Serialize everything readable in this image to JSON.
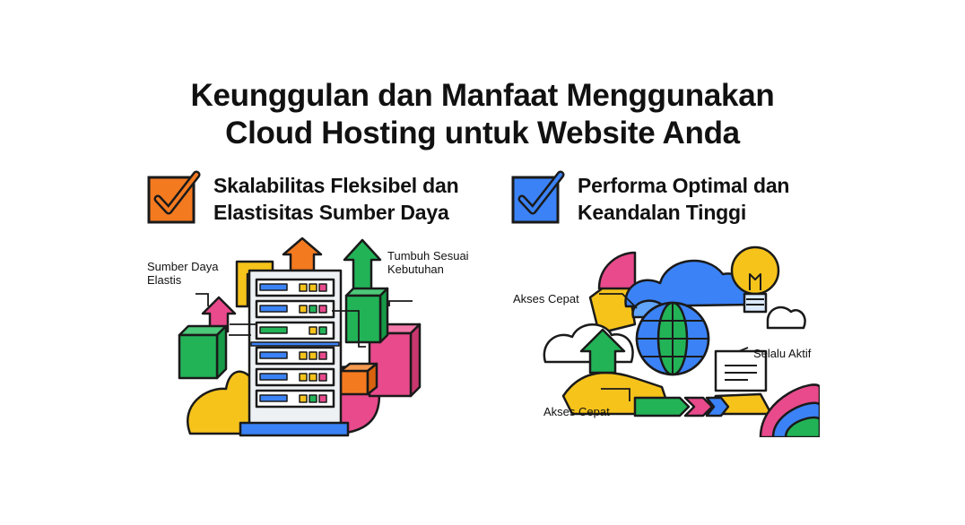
{
  "heading": {
    "line1": "Keunggulan dan Manfaat Menggunakan",
    "line2": "Cloud Hosting untuk Website Anda"
  },
  "panels": [
    {
      "title_line1": "Skalabilitas Fleksibel dan",
      "title_line2": "Elastisitas Sumber Daya",
      "icon": "checkbox-checked-icon",
      "accent": "#f47a20",
      "callouts": {
        "left_line1": "Sumber Daya",
        "left_line2": "Elastis",
        "right_line1": "Tumbuh Sesuai",
        "right_line2": "Kebutuhan"
      }
    },
    {
      "title_line1": "Performa Optimal dan",
      "title_line2": "Keandalan Tinggi",
      "icon": "checkbox-checked-icon",
      "accent": "#3b82f6",
      "callouts": {
        "top_left": "Akses Cepat",
        "bottom_left": "Akses Cepat",
        "right": "Selalu Aktif"
      }
    }
  ],
  "colors": {
    "orange": "#f47a20",
    "blue": "#3b82f6",
    "green": "#22b357",
    "pink": "#e84a8c",
    "yellow": "#f6c31b",
    "outline": "#1a1a1a"
  }
}
